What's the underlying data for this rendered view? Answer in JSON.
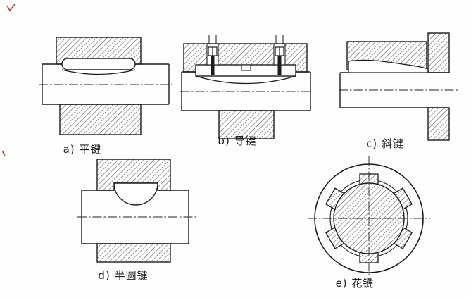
{
  "figures": [
    {
      "label": "a) 平键"
    },
    {
      "label": "b) 导键"
    },
    {
      "label": "c) 斜键"
    },
    {
      "label": "d) 半圆键"
    },
    {
      "label": "e) 花键"
    }
  ],
  "colors": {
    "line": "#1c1c1c",
    "background": "#fefefe",
    "artifact_red": "#c23b2e"
  }
}
